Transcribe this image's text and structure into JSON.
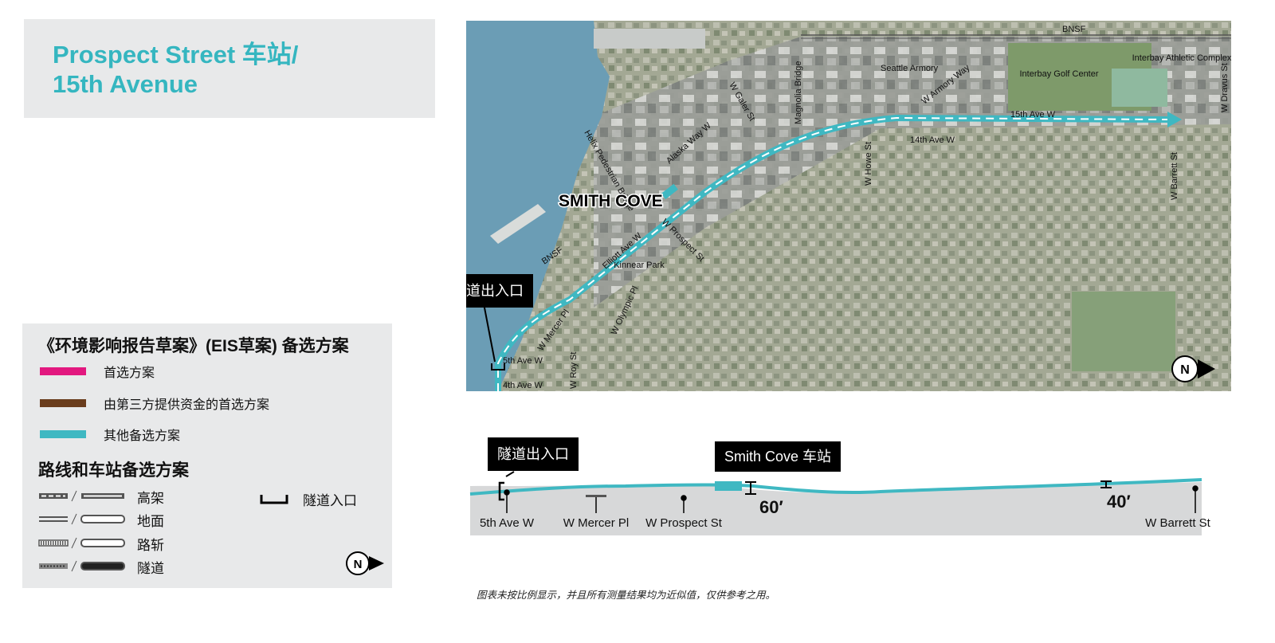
{
  "title": {
    "line1": "Prospect Street 车站/",
    "line2": "15th Avenue"
  },
  "legend": {
    "alternatives_heading": "《环境影响报告草案》(EIS草案) 备选方案",
    "alternatives": [
      {
        "label": "首选方案",
        "color": "#e2187f"
      },
      {
        "label": "由第三方提供资金的首选方案",
        "color": "#6a3d1d"
      },
      {
        "label": "其他备选方案",
        "color": "#3fb8c2"
      }
    ],
    "route_heading": "路线和车站备选方案",
    "route_types": [
      {
        "label": "高架",
        "style": "elevated"
      },
      {
        "label": "地面",
        "style": "at-grade"
      },
      {
        "label": "路斩",
        "style": "retained-cut"
      },
      {
        "label": "隧道",
        "style": "tunnel"
      }
    ],
    "portal_label": "隧道入口",
    "north_label": "N"
  },
  "map": {
    "north_label": "N",
    "area_label": "SMITH COVE",
    "callout": "隧道出入口",
    "labels": {
      "bnsf_top": "BNSF",
      "bnsf_left": "BNSF",
      "seattle_armory": "Seattle Armory",
      "interbay_golf": "Interbay Golf Center",
      "interbay_athletic": "Interbay Athletic Complex",
      "magnolia_bridge": "Magnolia Bridge",
      "w_galer": "W Galer St",
      "w_armory_way": "W Armory Way",
      "ave_15th": "15th Ave W",
      "ave_14th": "14th Ave W",
      "w_howe": "W Howe St",
      "w_barrett": "W Barrett St",
      "w_dravus": "W Dravus St",
      "helix": "Helix Pedestrian Bridge",
      "alaska_way": "Alaska Way W",
      "elliott": "Elliott Ave W",
      "w_prospect": "W Prospect St",
      "kinnear": "Kinnear Park",
      "w_olympic": "W Olympic Pl",
      "w_mercer": "W Mercer Pl",
      "ave_5th": "5th Ave W",
      "ave_4th": "4th Ave W",
      "w_roy": "W Roy St"
    },
    "colors": {
      "route": "#3fb8c2",
      "water": "#6b9db5",
      "land": "#a9ad9a"
    }
  },
  "profile": {
    "callout_portal": "隧道出入口",
    "callout_station": "Smith Cove 车站",
    "height_1": "60′",
    "height_2": "40′",
    "stations": [
      "5th Ave W",
      "W Mercer Pl",
      "W Prospect St",
      "W Barrett St"
    ]
  },
  "footnote": "图表未按比例显示，并且所有测量结果均为近似值，仅供参考之用。"
}
